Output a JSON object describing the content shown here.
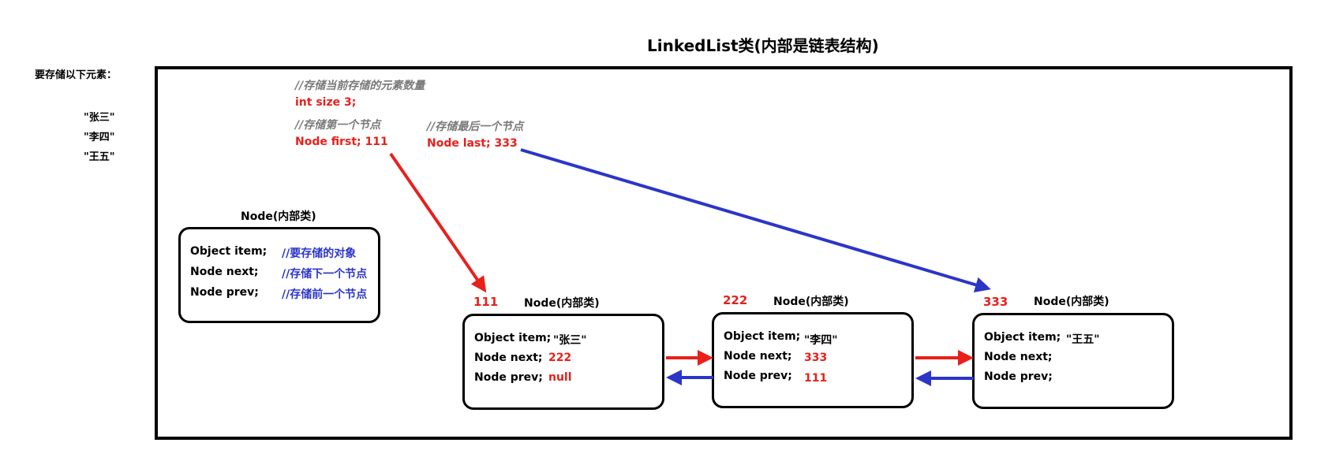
{
  "title": "LinkedList类(内部是链表结构)",
  "side": {
    "heading": "要存储以下元素：",
    "items": [
      "\"张三\"",
      "\"李四\"",
      "\"王五\""
    ]
  },
  "fields": {
    "size_comment": "//存储当前存储的元素数量",
    "size_decl": "int size  3;",
    "first_comment": "//存储第一个节点",
    "first_decl": "Node first;   111",
    "last_comment": "//存储最后一个节点",
    "last_decl": "Node last;  333"
  },
  "legend_node": {
    "title": "Node(内部类)",
    "rows": [
      {
        "name": "Object item;",
        "comment": "//要存储的对象"
      },
      {
        "name": "Node next;",
        "comment": "//存储下一个节点"
      },
      {
        "name": "Node prev;",
        "comment": "//存储前一个节点"
      }
    ]
  },
  "nodes": [
    {
      "addr": "111",
      "title": "Node(内部类)",
      "item_label": "Object item;",
      "item_value": "\"张三\"",
      "next_label": "Node next;",
      "next_value": "222",
      "prev_label": "Node prev;",
      "prev_value": "null"
    },
    {
      "addr": "222",
      "title": "Node(内部类)",
      "item_label": "Object item;",
      "item_value": "\"李四\"",
      "next_label": "Node next;",
      "next_value": "333",
      "prev_label": "Node prev;",
      "prev_value": "111"
    },
    {
      "addr": "333",
      "title": "Node(内部类)",
      "item_label": "Object item;",
      "item_value": "\"王五\"",
      "next_label": "Node next;",
      "next_value": "",
      "prev_label": "Node prev;",
      "prev_value": ""
    }
  ],
  "colors": {
    "red": "#e8201c",
    "blue": "#2b35c8",
    "gray": "#7a7a7a"
  }
}
